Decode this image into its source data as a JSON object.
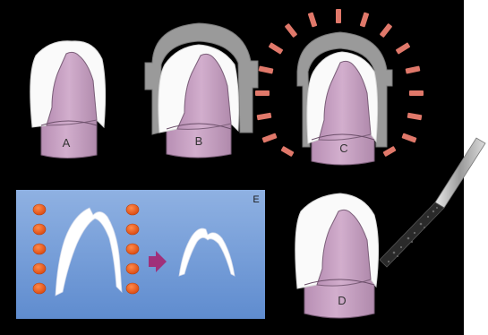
{
  "panels": {
    "a": {
      "label": "A"
    },
    "b": {
      "label": "B"
    },
    "c": {
      "label": "C"
    },
    "d": {
      "label": "D"
    },
    "e": {
      "label": "E"
    }
  },
  "colors": {
    "background": "#000000",
    "tooth_body": "#c9a2c4",
    "crown_white": "#fafafa",
    "matrix_gray": "#9a9a9a",
    "light_rays": "#e0786a",
    "panel_e_blue": "#6f9ad6",
    "particles": "#e8551e",
    "arrow": "#a0307a",
    "bur": "#2a2a2a"
  }
}
